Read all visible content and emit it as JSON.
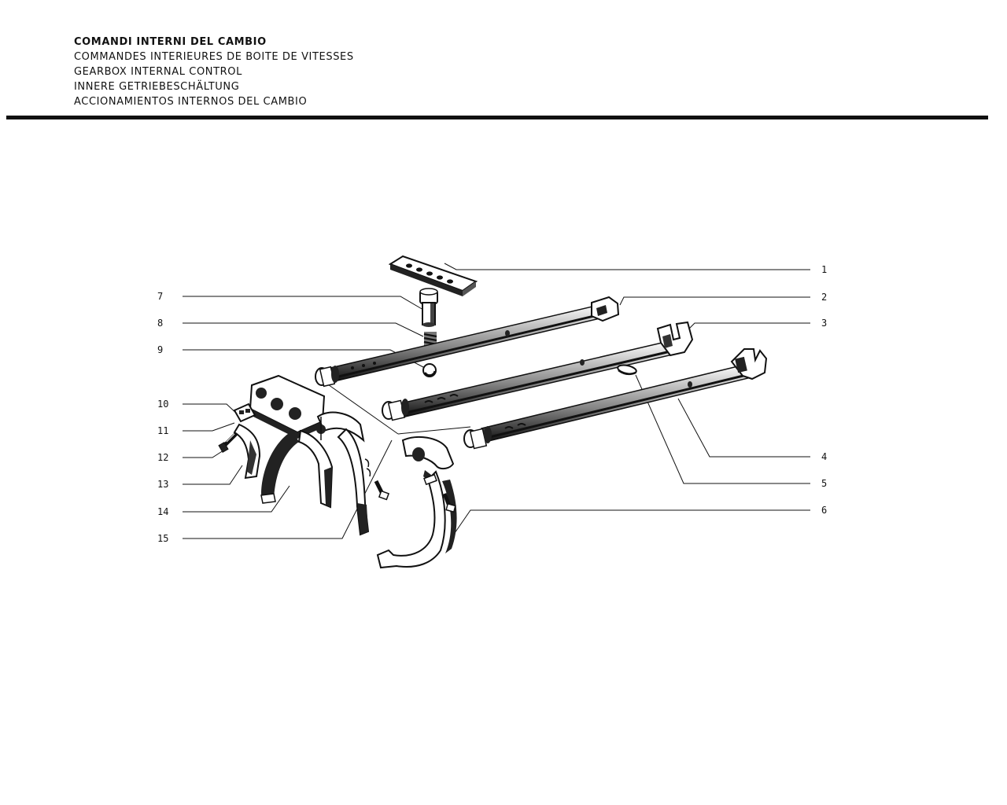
{
  "title_lines": [
    "COMANDI INTERNI DEL CAMBIO",
    "COMMANDES INTERIEURES DE BOITE DE VITESSES",
    "GEARBOX INTERNAL CONTROL",
    "INNERE GETRIEBESCHÄLTUNG",
    "ACCIONAMIENTOS INTERNOS DEL CAMBIO"
  ],
  "callouts": {
    "c1": "1",
    "c2": "2",
    "c3": "3",
    "c4": "4",
    "c5": "5",
    "c6": "6",
    "c7": "7",
    "c8": "8",
    "c9": "9",
    "c10": "10",
    "c11": "11",
    "c12": "12",
    "c13": "13",
    "c14": "14",
    "c15": "15"
  }
}
